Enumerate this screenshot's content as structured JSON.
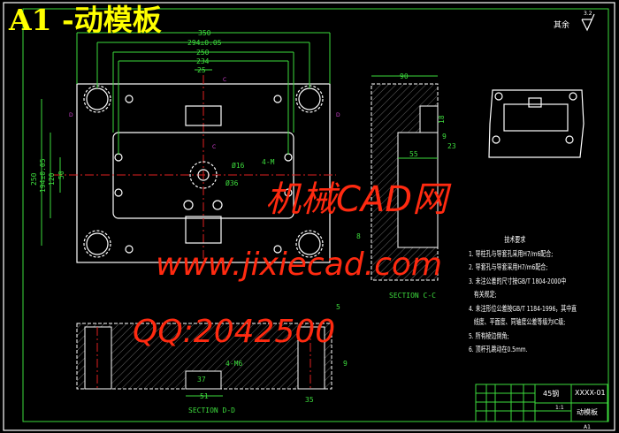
{
  "title": "A1 -动模板",
  "roughness": {
    "label": "其余",
    "value": "3.2"
  },
  "top_view": {
    "dims": {
      "overall_width": "350",
      "guide_pitch": "294±0.05",
      "pocket_width": "250",
      "inner_width": "234",
      "slot_width": "25",
      "overall_height": "250",
      "guide_pitch_v": "194±0.05",
      "pocket_height": "120",
      "inner_height": "50",
      "hole_d1": "Ø16",
      "hole_d2": "Ø36",
      "tap": "4-M"
    },
    "section_marks": [
      "C",
      "C",
      "D",
      "D"
    ]
  },
  "section_c": {
    "label": "SECTION C-C",
    "dims": [
      "90",
      "23",
      "9",
      "55",
      "8",
      "18"
    ]
  },
  "section_d": {
    "label": "SECTION D-D",
    "dims": [
      "51",
      "37",
      "4-M6",
      "35",
      "9",
      "5"
    ]
  },
  "tech_requirements": {
    "heading": "技术要求",
    "items": [
      "1. 导柱孔与导套孔采用H7/m6配合;",
      "2. 导套孔与导套采用H7/m6配合;",
      "3. 未注公差的尺寸按GB/T 1804-2000中",
      "   有关规定;",
      "4. 未注形位公差按GB/T 1184-1996，其中直",
      "   线度、平面度、同轴度公差等级为IC级;",
      "5. 所有棱边倒角;",
      "6. 顶杆孔跳动在0.5mm."
    ]
  },
  "title_block": {
    "material": "45钢",
    "drawing_no": "XXXX-01",
    "part_name": "动模板",
    "scale": "1:1",
    "sheet": "A1"
  },
  "watermarks": [
    "机械CAD网",
    "www.jixiecad.com",
    "QQ:2042500"
  ],
  "colors": {
    "background": "#000000",
    "geometry": "#ffffff",
    "dimension": "#3ddc3d",
    "centerline": "#e02020",
    "title": "#ffff00",
    "watermark": "#ff2a10"
  }
}
